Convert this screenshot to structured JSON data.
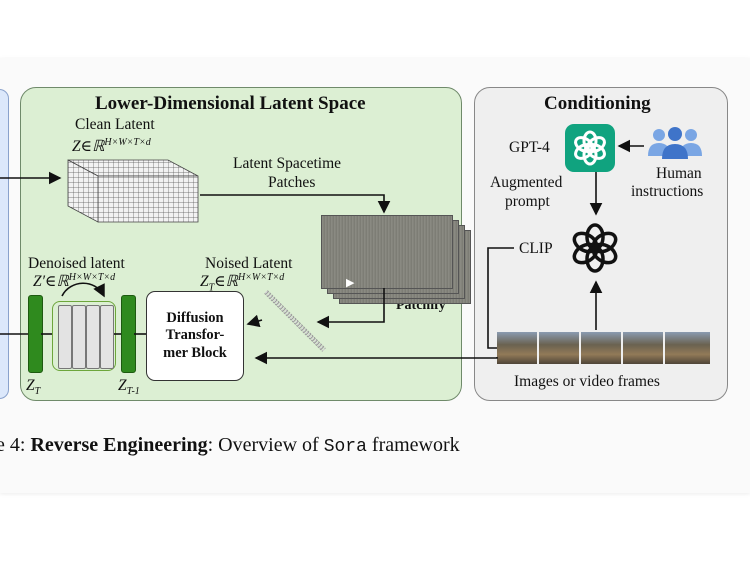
{
  "figure": {
    "latent_panel": {
      "title": "Lower-Dimensional Latent Space",
      "clean_latent": "Clean Latent",
      "clean_latent_math": "Z∈ℝ",
      "clean_latent_sup": "H×W×T×d",
      "spacetime_patches_1": "Latent Spacetime",
      "spacetime_patches_2": "Patches",
      "patchify": "Patchify",
      "denoised_latent": "Denoised latent",
      "denoised_math": "Z′∈ℝ",
      "denoised_sup": "H×W×T×d",
      "noised_latent": "Noised Latent",
      "noised_math": "Z",
      "noised_sub": "T",
      "noised_math2": "∈ℝ",
      "noised_sup": "H×W×T×d",
      "transformer_block": [
        "Diffusion",
        "Transfor-",
        "mer Block"
      ],
      "zt": "Z",
      "zt_sub": "T",
      "zt1": "Z",
      "zt1_sub": "T-1"
    },
    "conditioning_panel": {
      "title": "Conditioning",
      "gpt4": "GPT-4",
      "augmented_1": "Augmented",
      "augmented_2": "prompt",
      "human_1": "Human",
      "human_2": "instructions",
      "clip": "CLIP",
      "frames": "Images or video frames"
    },
    "caption": {
      "prefix": "e 4: ",
      "bold": "Reverse Engineering",
      "middle": ": Overview of ",
      "code": "Sora",
      "suffix": " framework"
    },
    "colors": {
      "latent_bg": "#dcefd3",
      "conditioning_bg": "#efefef",
      "green_block": "#2f8a1e",
      "openai_green": "#10a37f",
      "people_blue": "#5a8fd8"
    }
  }
}
